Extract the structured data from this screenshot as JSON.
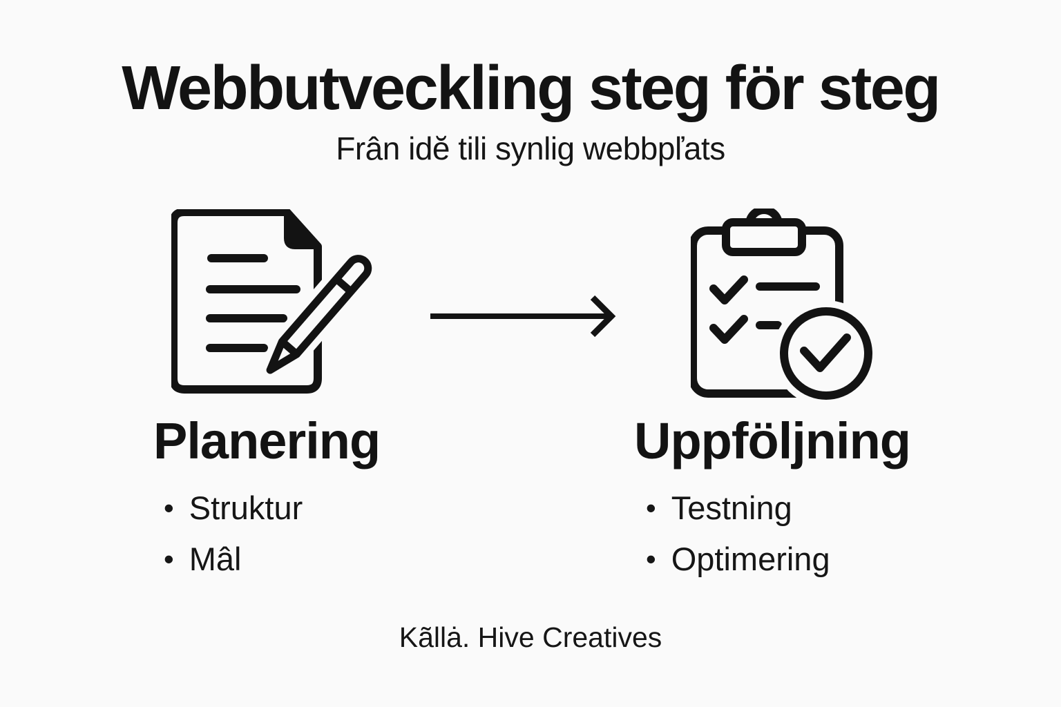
{
  "colors": {
    "background": "#fafafa",
    "ink": "#131313"
  },
  "glyphs": {
    "bullet": "•"
  },
  "header": {
    "title": "Webbutveckling steg för steg",
    "subtitle": "Frân idĕ tili synlig webbpľats"
  },
  "steps": [
    {
      "label": "Planering",
      "icon": "document-pencil-icon",
      "bullets": [
        "Struktur",
        "Mâl"
      ]
    },
    {
      "label": "Uppföljning",
      "icon": "clipboard-check-icon",
      "bullets": [
        "Testning",
        "Optimering"
      ]
    }
  ],
  "connector": {
    "icon": "arrow-right-icon"
  },
  "footer": {
    "source": "Kãllȧ. Hive Creatives"
  }
}
